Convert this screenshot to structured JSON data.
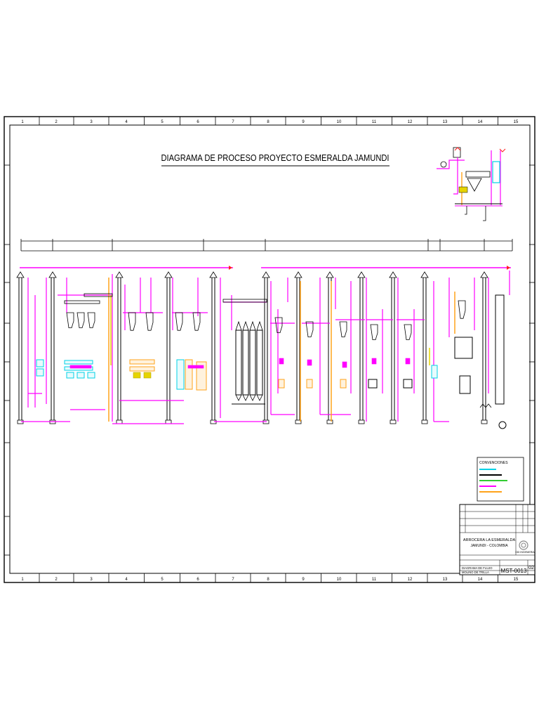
{
  "drawing": {
    "title": "DIAGRAMA DE PROCESO PROYECTO ESMERALDA JAMUNDI",
    "columns": [
      "1",
      "2",
      "3",
      "4",
      "5",
      "6",
      "7",
      "8",
      "9",
      "10",
      "11",
      "12",
      "13",
      "14",
      "15"
    ],
    "legend_title": "CONVENCIONES",
    "legend_colors": [
      "#00d2e6",
      "#000000",
      "#33cc33",
      "#ff00ff",
      "#ffa31a"
    ]
  },
  "title_block": {
    "client": "ARROCERA LA ESMERALDA",
    "location": "JAMUNDI - COLOMBIA",
    "company": "DDI INGENIERIA",
    "subject_line_1": "DIAGRAMA DE FLUJO",
    "subject_line_2": "MOLINO DE TRILLA",
    "drawing_number": "MST-0013",
    "sheet": "02"
  },
  "colors": {
    "magenta": "#ff00ff",
    "cyan": "#00d2e6",
    "orange": "#ffa31a",
    "yellow": "#e6d400",
    "green": "#33cc33",
    "red": "#ff2020",
    "line": "#000000"
  }
}
